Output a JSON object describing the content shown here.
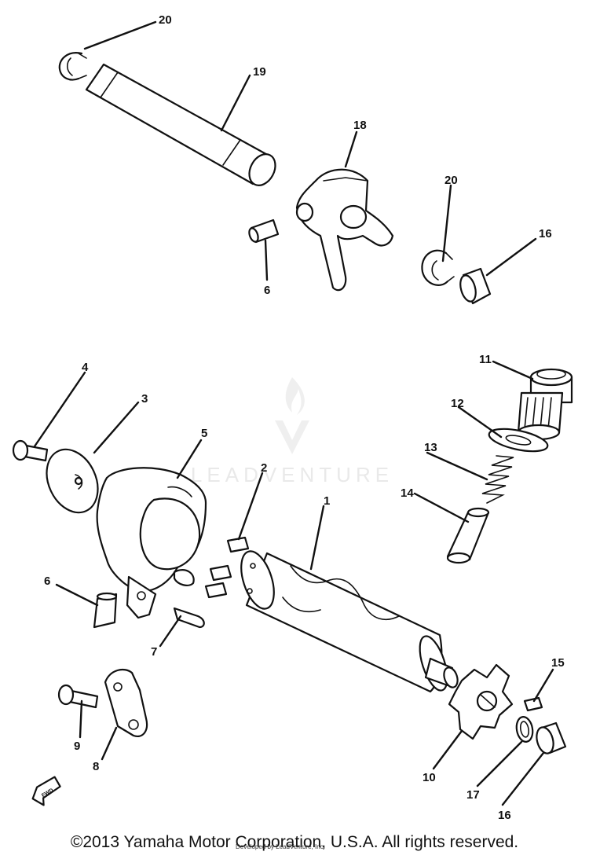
{
  "watermark": {
    "text": "LEADVENTURE",
    "color": "#d8d8d8"
  },
  "callouts": [
    {
      "id": "p20a",
      "label": "20"
    },
    {
      "id": "p19",
      "label": "19"
    },
    {
      "id": "p18",
      "label": "18"
    },
    {
      "id": "p20b",
      "label": "20"
    },
    {
      "id": "p16a",
      "label": "16"
    },
    {
      "id": "p6a",
      "label": "6"
    },
    {
      "id": "p11",
      "label": "11"
    },
    {
      "id": "p12",
      "label": "12"
    },
    {
      "id": "p13",
      "label": "13"
    },
    {
      "id": "p14",
      "label": "14"
    },
    {
      "id": "p4",
      "label": "4"
    },
    {
      "id": "p3",
      "label": "3"
    },
    {
      "id": "p5",
      "label": "5"
    },
    {
      "id": "p2",
      "label": "2"
    },
    {
      "id": "p1",
      "label": "1"
    },
    {
      "id": "p6b",
      "label": "6"
    },
    {
      "id": "p7",
      "label": "7"
    },
    {
      "id": "p15",
      "label": "15"
    },
    {
      "id": "p9",
      "label": "9"
    },
    {
      "id": "p8",
      "label": "8"
    },
    {
      "id": "p10",
      "label": "10"
    },
    {
      "id": "p17",
      "label": "17"
    },
    {
      "id": "p16b",
      "label": "16"
    }
  ],
  "fwd_label": "FWD",
  "copyright": "©2013 Yamaha Motor Corporation, U.S.A. All rights reserved.",
  "fine_print": "Developed by LeadVenture, Inc."
}
